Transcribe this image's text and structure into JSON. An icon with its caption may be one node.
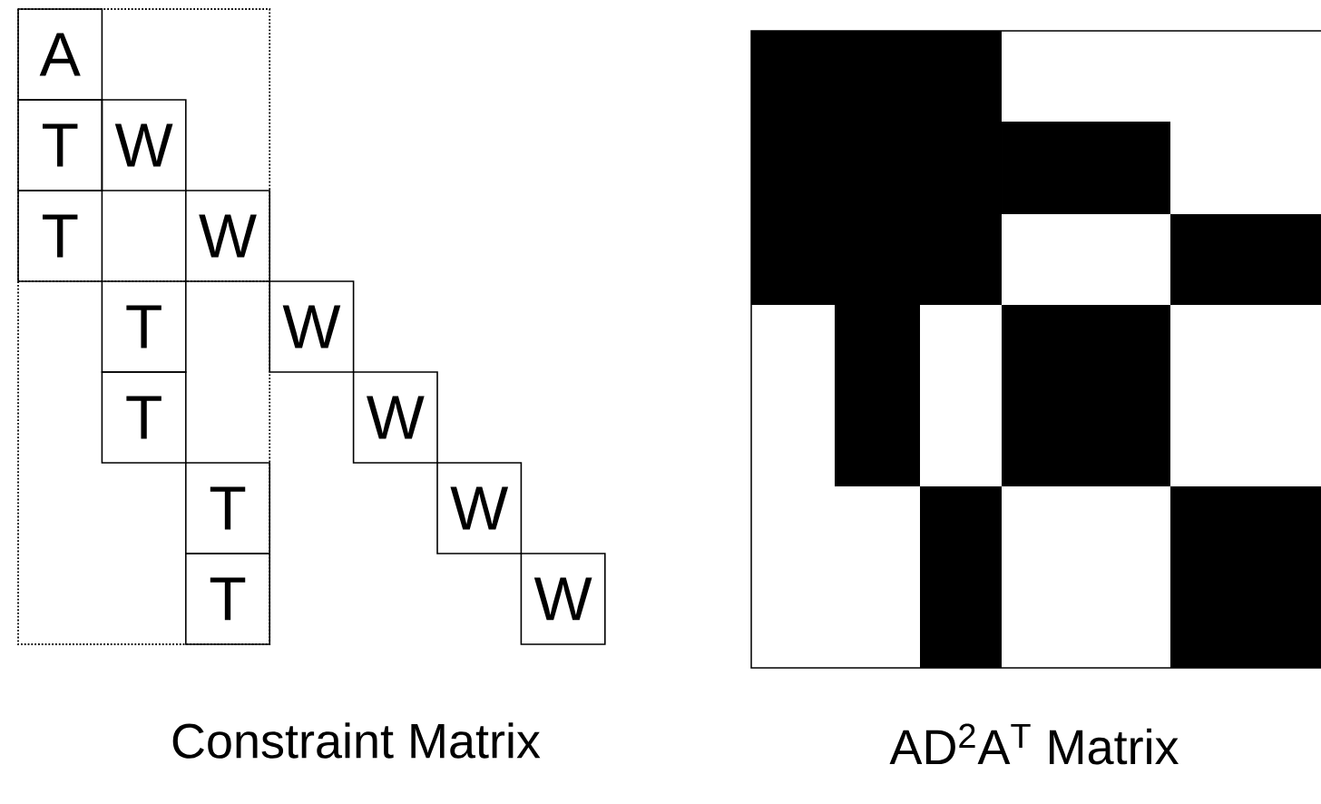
{
  "diagram": {
    "nodes": [
      {
        "text": [
          "A"
        ]
      },
      {
        "text": [
          "T"
        ]
      },
      {
        "text": [
          "W"
        ]
      },
      {
        "text": [
          "T"
        ]
      },
      {
        "text": [
          "W"
        ]
      },
      {
        "text": [
          "T"
        ]
      },
      {
        "text": [
          "W"
        ]
      },
      {
        "text": [
          "T"
        ]
      },
      {
        "text": [
          "W"
        ]
      },
      {
        "text": [
          "T"
        ]
      },
      {
        "text": [
          "W"
        ]
      },
      {
        "text": [
          "T"
        ]
      },
      {
        "text": [
          "W"
        ]
      }
    ],
    "labels": [
      "Constraint Matrix",
      "AD$^{2}$A$^{T}$ Matrix"
    ]
  }
}
